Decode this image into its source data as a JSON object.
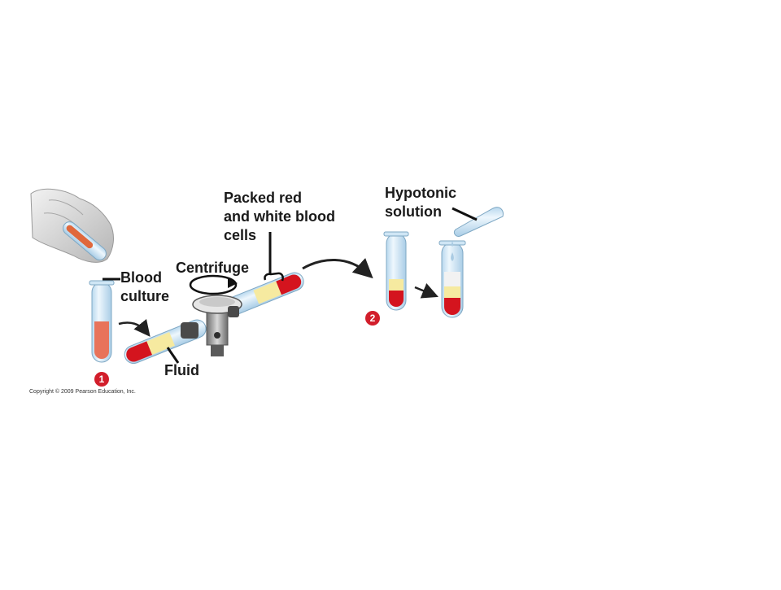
{
  "labels": {
    "blood_culture": [
      "Blood",
      "culture"
    ],
    "centrifuge": "Centrifuge",
    "fluid": "Fluid",
    "packed_cells": [
      "Packed red",
      "and white blood",
      "cells"
    ],
    "hypotonic": [
      "Hypotonic",
      "solution"
    ]
  },
  "steps": {
    "step1": "1",
    "step2": "2"
  },
  "copyright": "Copyright © 2009 Pearson Education, Inc.",
  "colors": {
    "blood": "#d4141e",
    "culture": "#e8735a",
    "fluid": "#f6eaa0",
    "tube_glass": "#cfe6f5",
    "step_badge": "#d21e2b"
  }
}
